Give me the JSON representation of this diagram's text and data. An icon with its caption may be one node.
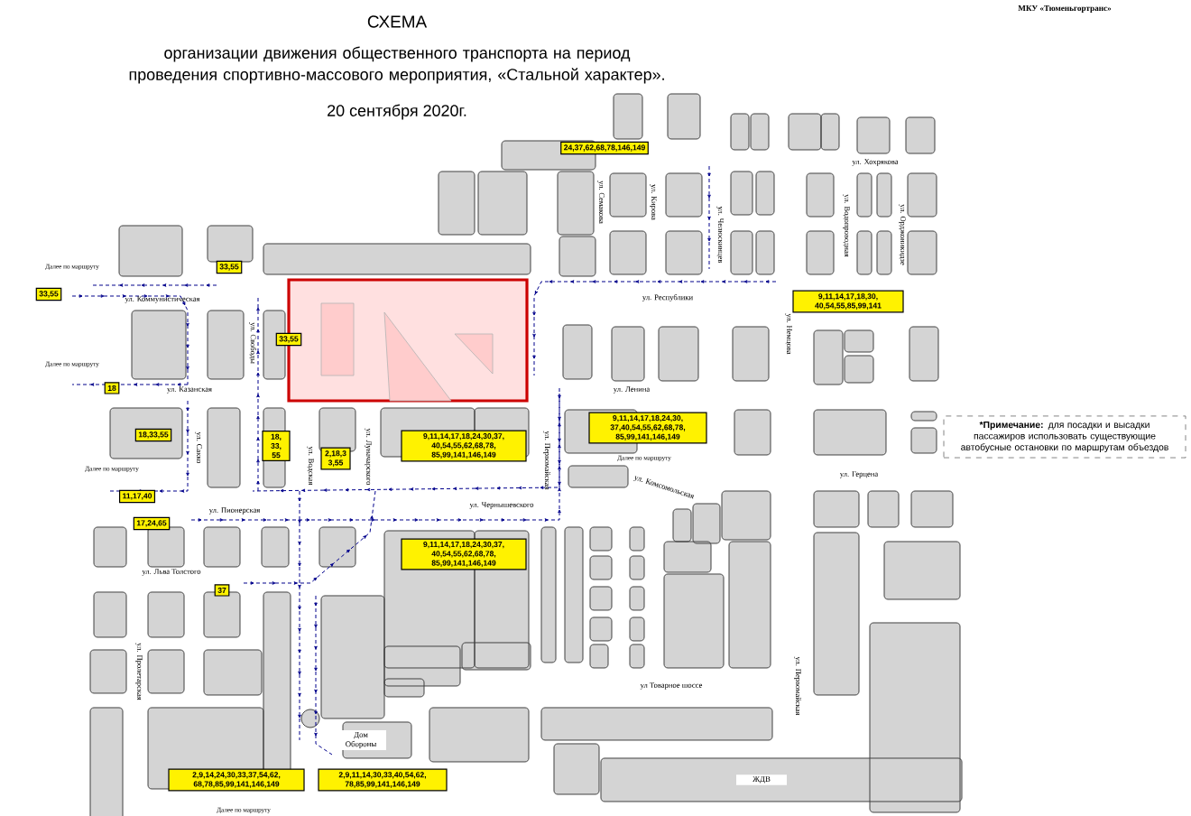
{
  "diagram": {
    "title": "СХЕМА",
    "nodes": [
      {
        "text": [
          "24,37,62,68,78,146,149"
        ]
      },
      {
        "text": [
          "33,55"
        ]
      },
      {
        "text": [
          "33,55"
        ],
        "beside": [
          "Далее по маршруту"
        ]
      },
      {
        "text": [
          "33,55"
        ]
      },
      {
        "text": [
          "9,11,14,17,18,30, 40,54,55,85,99,141"
        ]
      },
      {
        "text": [
          "18"
        ],
        "beside": [
          "Далее по маршруту"
        ]
      },
      {
        "text": [
          "18,33,55"
        ]
      },
      {
        "text": [
          "18, 33, 55"
        ]
      },
      {
        "text": [
          "2,18,3 3,55"
        ]
      },
      {
        "text": [
          "9,11,14,17,18,24,30,37, 40,54,55,62,68,78, 85,99,141,146,149"
        ]
      },
      {
        "text": [
          "9,11,14,17,18,24,30, 37,40,54,55,62,68,78, 85,99,141,146,149"
        ],
        "beside": [
          "Далее по маршруту"
        ]
      },
      {
        "text": [
          "11,17,40"
        ],
        "beside": [
          "Далее по маршруту"
        ]
      },
      {
        "text": [
          "17,24,65"
        ]
      },
      {
        "text": [
          "9,11,14,17,18,24,30,37, 40,54,55,62,68,78, 85,99,141,146,149"
        ]
      },
      {
        "text": [
          "37"
        ]
      },
      {
        "text": [
          "2,9,14,24,30,33,37,54,62, 68,78,85,99,141,146,149"
        ],
        "beside": [
          "Далее по маршруту"
        ]
      },
      {
        "text": [
          "2,9,11,14,30,33,40,54,62, 78,85,99,141,146,149"
        ]
      },
      {
        "text": [
          "***Примечание:** для посадки и высадки пассажиров использовать существующие автобусные остановки по маршрутам объездов"
        ]
      }
    ],
    "labels": [
      "МКУ «Тюменьгортранс»",
      "организации движения общественного транспорта на период проведения спортивно-массового мероприятия, «Стальной характер».",
      "20 сентября 2020г.",
      "ул. Хохрякова",
      "ул. Семакова",
      "ул. Кирова",
      "ул. Челюскинцев",
      "ул. Водопроводная",
      "ул. Орджоникидзе",
      "ул. Коммунистическая",
      "ул. Свободы",
      "ул. Республики",
      "ул. Немцова",
      "ул. Казанская",
      "ул. Ленина",
      "ул. Первомайская",
      "ул. Сакко",
      "ул. Водская",
      "ул. Луначарского",
      "ул. Герцена",
      "ул. Комсомольская",
      "ул. Пионерская",
      "ул. Чернышевского",
      "ул. Льва Толстого",
      "ул. Пролетарская",
      "ул Товарное шоссе",
      "ул. Первомайская",
      "Дом Обороны",
      "ЖДВ"
    ]
  }
}
